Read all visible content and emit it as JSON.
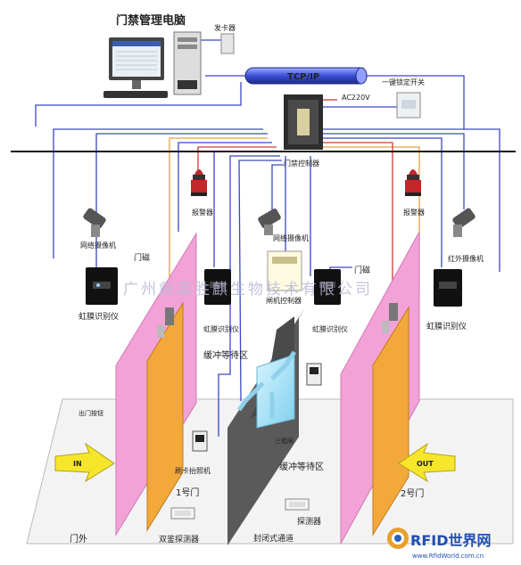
{
  "labels": {
    "mgmt_pc": "门禁管理电脑",
    "card_issuer": "发卡器",
    "tcpip": "TCP/IP",
    "lock_switch": "一键锁定开关",
    "ac220v": "AC220V",
    "door_controller": "门禁控制器",
    "alarm_left": "报警器",
    "alarm_right": "报警器",
    "net_cam_left": "网络摄像机",
    "net_cam_center": "网络摄像机",
    "ir_cam_right": "红外摄像机",
    "door_mag_left": "门磁",
    "door_mag_right": "门磁",
    "iris_1": "虹膜识别仪",
    "iris_2": "虹膜识别仪",
    "iris_3": "虹膜识别仪",
    "iris_4": "虹膜识别仪",
    "gate_controller": "闸机控制器",
    "buffer_upper": "缓冲等待区",
    "buffer_lower": "缓冲等待区",
    "exit_button": "出门按钮",
    "card_reader": "刷卡抬照机",
    "tripod_gate": "三辊闸",
    "door1": "1号门",
    "door2": "2号门",
    "in_arrow": "IN",
    "out_arrow": "OUT",
    "outside": "门外",
    "dual_detector": "双鉴探测器",
    "detector_right": "探测器",
    "closed_passage": "封闭式通道",
    "watermark": "广州創晨胜麒生物技术有限公司",
    "logo_text": "RFID世界网",
    "logo_url": "www.RfidWorld.com.cn"
  },
  "colors": {
    "pink_door": "#f2a2d6",
    "orange_door": "#f3a93a",
    "bus_blue": "#5b6fe0",
    "wire_blue": "#3a47c8",
    "wire_orange": "#e8a040",
    "wire_red": "#d03a3a",
    "alarm_red": "#c0282a"
  }
}
